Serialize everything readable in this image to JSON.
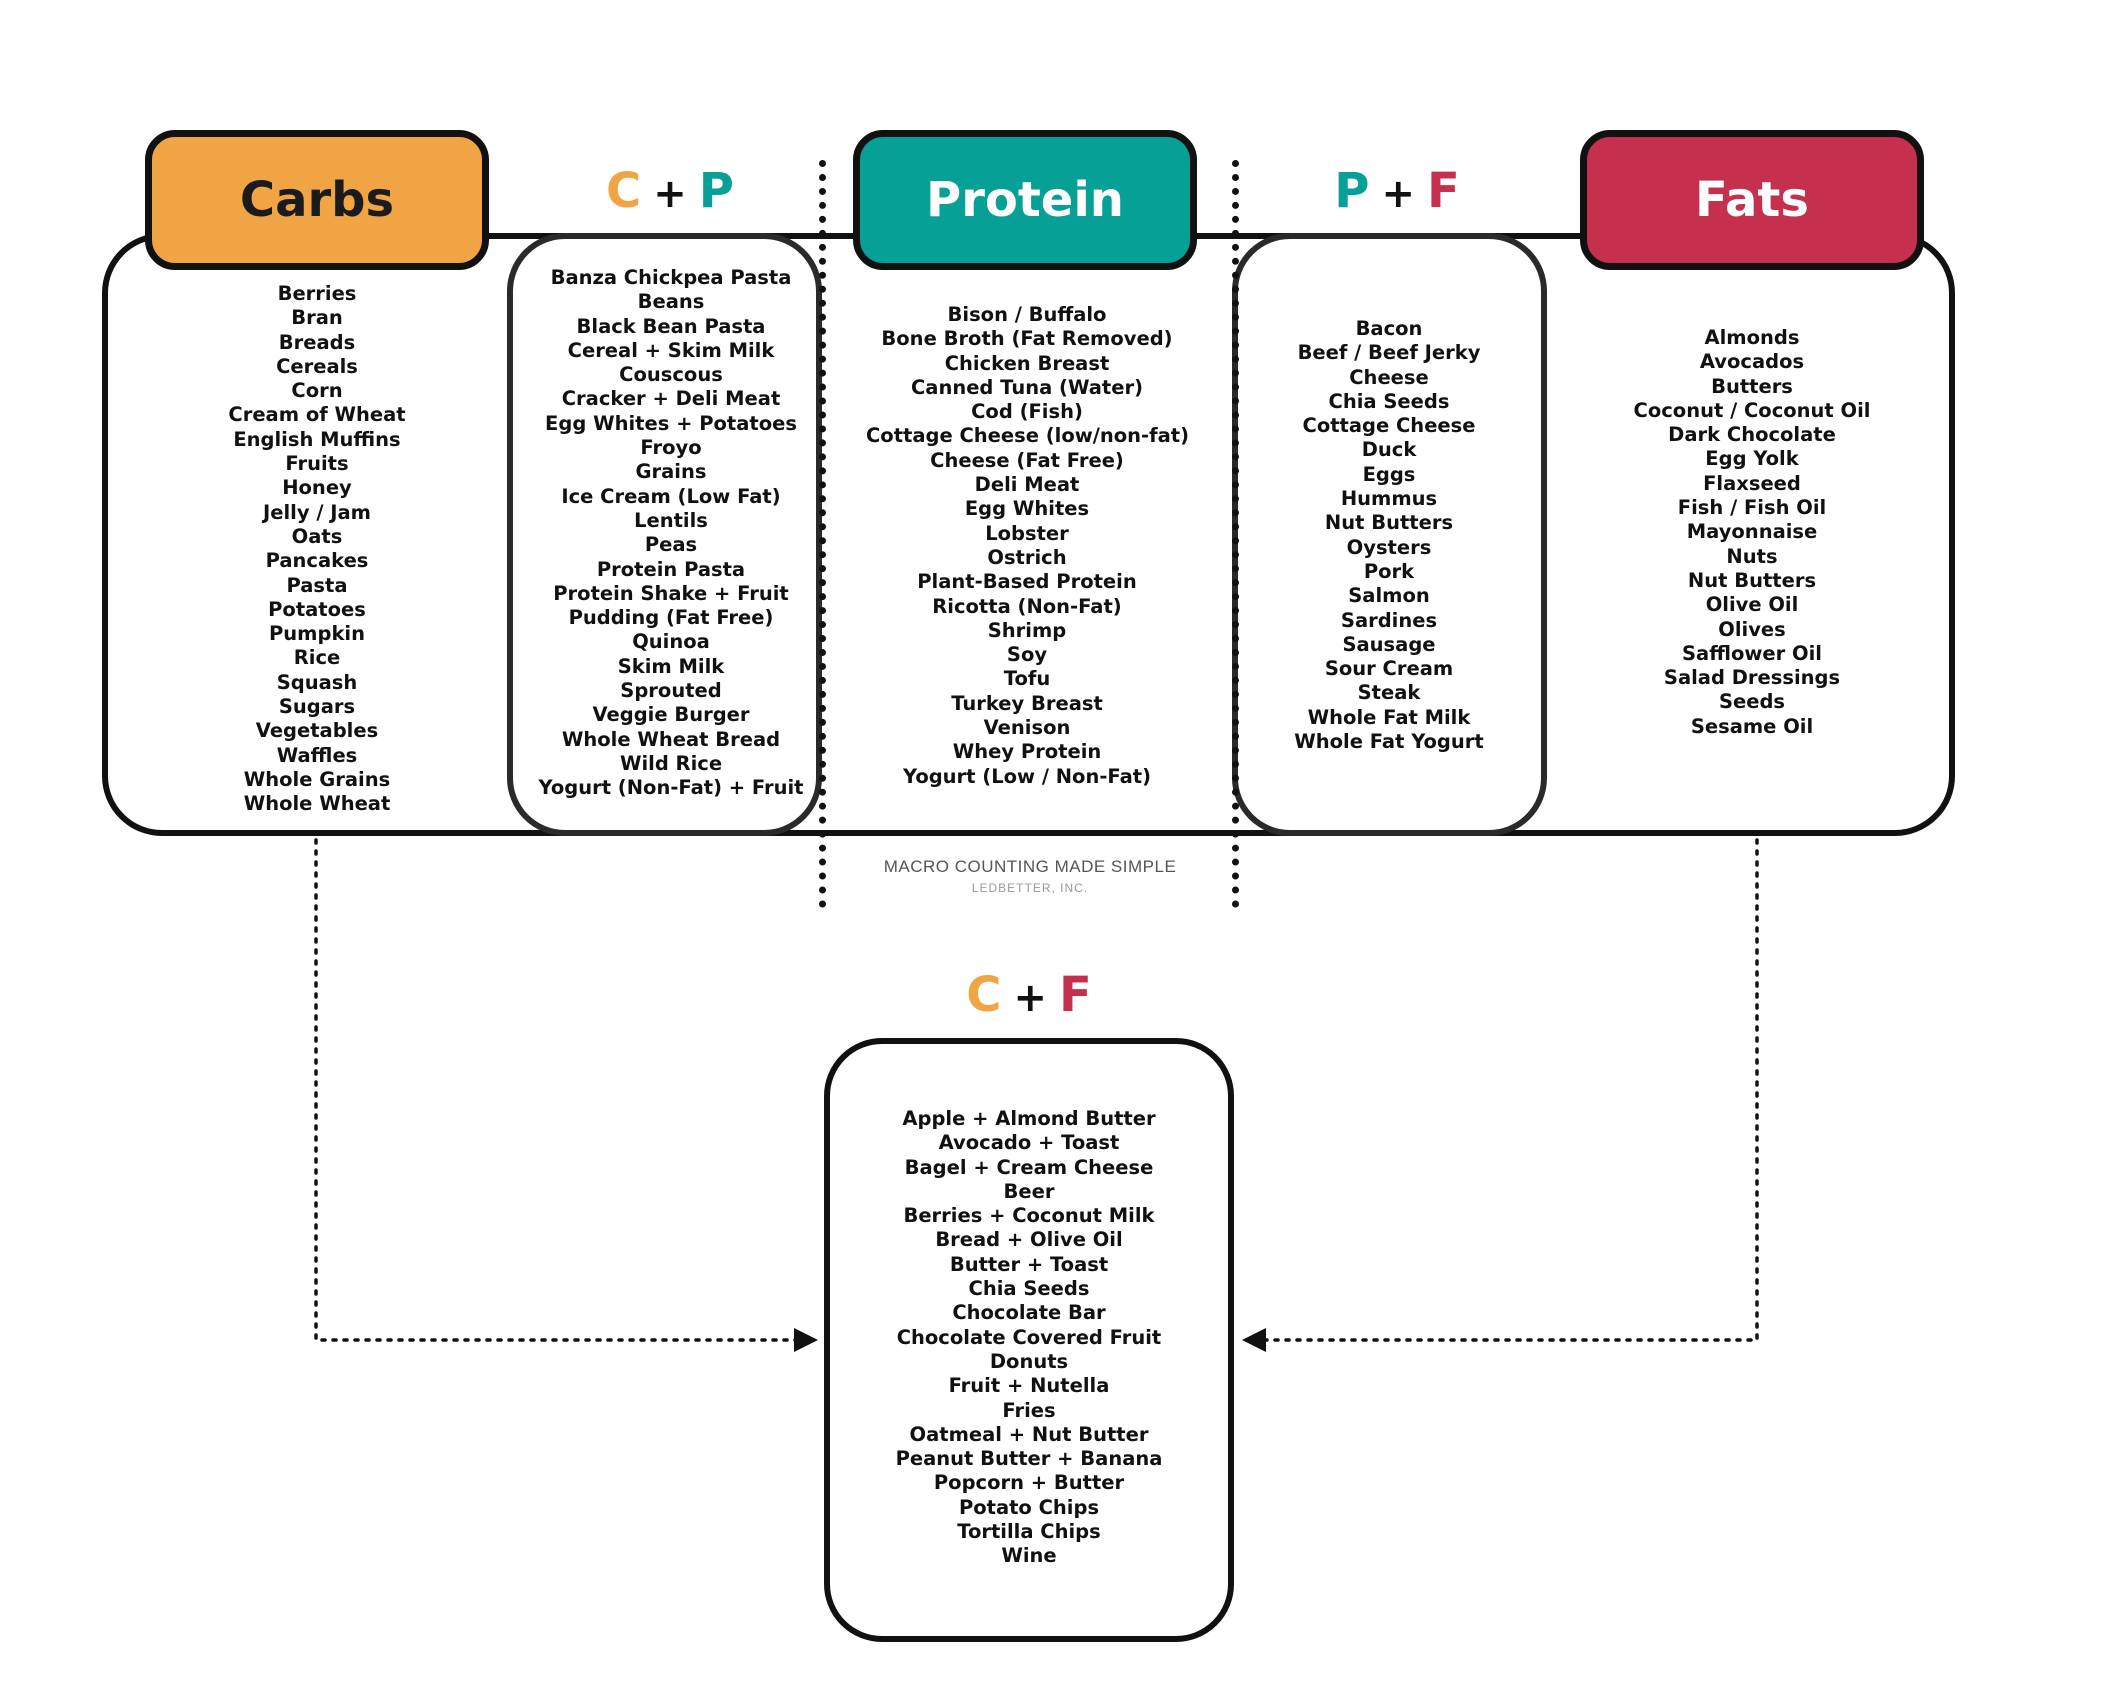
{
  "headers": {
    "carbs": "Carbs",
    "protein": "Protein",
    "fats": "Fats"
  },
  "combos": {
    "cp": {
      "left": "C",
      "plus": "+",
      "right": "P"
    },
    "pf": {
      "left": "P",
      "plus": "+",
      "right": "F"
    },
    "cf": {
      "left": "C",
      "plus": "+",
      "right": "F"
    }
  },
  "colors": {
    "carbs": "#f0a444",
    "protein": "#06a096",
    "fats": "#c6304f"
  },
  "lists": {
    "carbs": [
      "Berries",
      "Bran",
      "Breads",
      "Cereals",
      "Corn",
      "Cream of Wheat",
      "English Muffins",
      "Fruits",
      "Honey",
      "Jelly / Jam",
      "Oats",
      "Pancakes",
      "Pasta",
      "Potatoes",
      "Pumpkin",
      "Rice",
      "Squash",
      "Sugars",
      "Vegetables",
      "Waffles",
      "Whole Grains",
      "Whole Wheat"
    ],
    "carbs_protein": [
      "Banza Chickpea Pasta",
      "Beans",
      "Black Bean Pasta",
      "Cereal + Skim Milk",
      "Couscous",
      "Cracker + Deli Meat",
      "Egg Whites + Potatoes",
      "Froyo",
      "Grains",
      "Ice Cream (Low Fat)",
      "Lentils",
      "Peas",
      "Protein Pasta",
      "Protein Shake + Fruit",
      "Pudding (Fat Free)",
      "Quinoa",
      "Skim Milk",
      "Sprouted",
      "Veggie Burger",
      "Whole Wheat Bread",
      "Wild Rice",
      "Yogurt (Non-Fat) + Fruit"
    ],
    "protein": [
      "Bison / Buffalo",
      "Bone Broth (Fat Removed)",
      "Chicken Breast",
      "Canned Tuna (Water)",
      "Cod (Fish)",
      "Cottage Cheese (low/non-fat)",
      "Cheese (Fat Free)",
      "Deli Meat",
      "Egg Whites",
      "Lobster",
      "Ostrich",
      "Plant-Based Protein",
      "Ricotta (Non-Fat)",
      "Shrimp",
      "Soy",
      "Tofu",
      "Turkey Breast",
      "Venison",
      "Whey Protein",
      "Yogurt (Low / Non-Fat)"
    ],
    "protein_fats": [
      "Bacon",
      "Beef / Beef Jerky",
      "Cheese",
      "Chia Seeds",
      "Cottage Cheese",
      "Duck",
      "Eggs",
      "Hummus",
      "Nut Butters",
      "Oysters",
      "Pork",
      "Salmon",
      "Sardines",
      "Sausage",
      "Sour Cream",
      "Steak",
      "Whole Fat Milk",
      "Whole Fat Yogurt"
    ],
    "fats": [
      "Almonds",
      "Avocados",
      "Butters",
      "Coconut / Coconut Oil",
      "Dark Chocolate",
      "Egg Yolk",
      "Flaxseed",
      "Fish / Fish Oil",
      "Mayonnaise",
      "Nuts",
      "Nut Butters",
      "Olive Oil",
      "Olives",
      "Safflower Oil",
      "Salad Dressings",
      "Seeds",
      "Sesame Oil"
    ],
    "carbs_fats": [
      "Apple + Almond Butter",
      "Avocado + Toast",
      "Bagel + Cream Cheese",
      "Beer",
      "Berries + Coconut Milk",
      "Bread + Olive Oil",
      "Butter + Toast",
      "Chia Seeds",
      "Chocolate Bar",
      "Chocolate Covered Fruit",
      "Donuts",
      "Fruit + Nutella",
      "Fries",
      "Oatmeal + Nut Butter",
      "Peanut Butter + Banana",
      "Popcorn + Butter",
      "Potato Chips",
      "Tortilla Chips",
      "Wine"
    ]
  },
  "footer": {
    "title": "MACRO COUNTING MADE SIMPLE",
    "subtitle": "LEDBETTER, INC."
  }
}
